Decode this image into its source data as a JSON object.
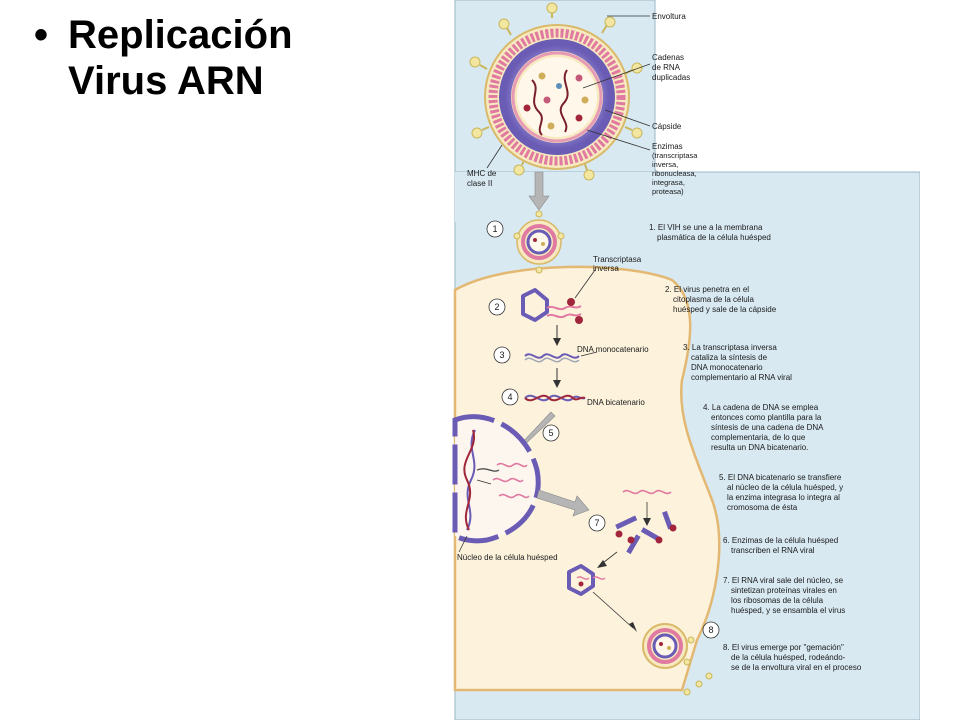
{
  "slide": {
    "bullet": "•",
    "title_line1": "Replicación",
    "title_line2": "Virus ARN"
  },
  "virion_labels": {
    "envoltura": "Envoltura",
    "cadenas_1": "Cadenas",
    "cadenas_2": "de RNA",
    "cadenas_3": "duplicadas",
    "capside": "Cápside",
    "enzimas_1": "Enzimas",
    "enzimas_2": "(transcriptasa",
    "enzimas_3": "inversa,",
    "enzimas_4": "ribonucleasa,",
    "enzimas_5": "integrasa,",
    "enzimas_6": "proteasa)",
    "mhc_1": "MHC de",
    "mhc_2": "clase II"
  },
  "diagram_labels": {
    "transcriptasa_1": "Transcriptasa",
    "transcriptasa_2": "inversa",
    "dna_mono": "DNA monocatenario",
    "dna_bi": "DNA bicatenario",
    "nucleo": "Núcleo de la célula huésped"
  },
  "steps": [
    {
      "num": "1",
      "lines": [
        "1. El VIH se une a la membrana",
        "plasmática de la célula huésped"
      ]
    },
    {
      "num": "2",
      "lines": [
        "2. El virus penetra en el",
        "citoplasma de la célula",
        "huésped y sale de la cápside"
      ]
    },
    {
      "num": "3",
      "lines": [
        "3. La transcriptasa inversa",
        "cataliza la síntesis de",
        "DNA monocatenario",
        "complementario al RNA viral"
      ]
    },
    {
      "num": "4",
      "lines": [
        "4. La cadena de DNA se emplea",
        "entonces como plantilla para la",
        "síntesis de una cadena de DNA",
        "complementaria, de lo que",
        "resulta un DNA bicatenario."
      ]
    },
    {
      "num": "5",
      "lines": [
        "5. El DNA bicatenario se transfiere",
        "al núcleo de la célula huésped, y",
        "la enzima integrasa lo integra al",
        "cromosoma de ésta"
      ]
    },
    {
      "num": "6",
      "lines": [
        "6. Enzimas de la célula huésped",
        "transcriben el RNA viral"
      ]
    },
    {
      "num": "7",
      "lines": [
        "7. El RNA viral sale del núcleo, se",
        "sintetizan proteínas virales en",
        "los ribosomas de la célula",
        "huésped, y se ensambla el virus"
      ]
    },
    {
      "num": "8",
      "lines": [
        "8. El virus emerge por \"gemación\"",
        "de la célula huésped, rodeándo-",
        "se de la envoltura viral en el proceso"
      ]
    }
  ]
}
